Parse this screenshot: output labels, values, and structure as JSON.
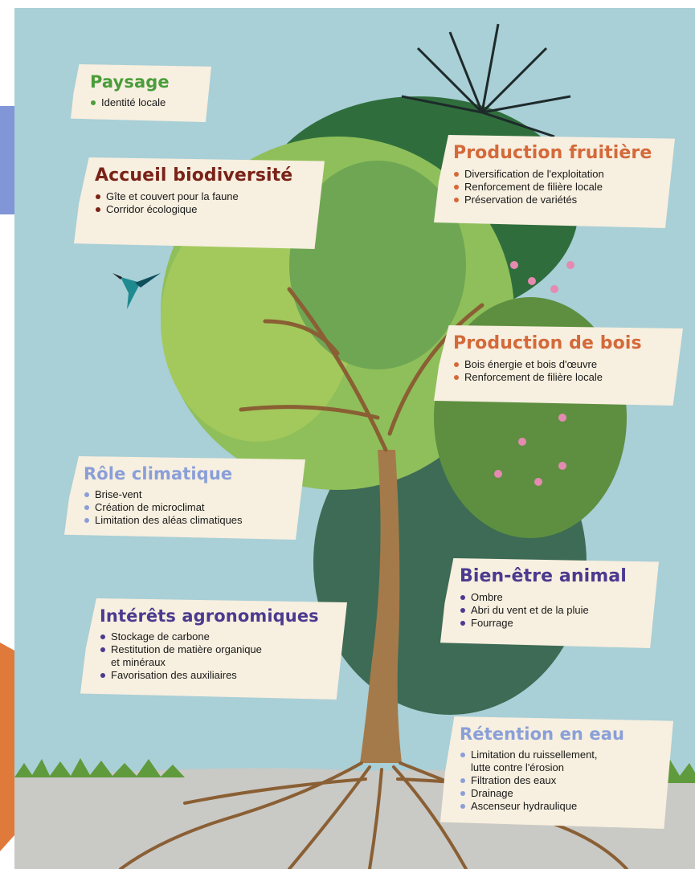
{
  "colors": {
    "sky": "#a9cfd7",
    "card_bg": "#f7efdf",
    "green_title": "#4a9d3a",
    "brown_title": "#7a2218",
    "orange_title": "#d4693a",
    "blue_title": "#8a9fd8",
    "purple_title": "#4b3a8f",
    "soil": "#c9c9c5",
    "trunk": "#a57a4a"
  },
  "cards": {
    "paysage": {
      "title": "Paysage",
      "items": [
        "Identité locale"
      ]
    },
    "biodiversite": {
      "title": "Accueil biodiversité",
      "items": [
        "Gîte et couvert pour la faune",
        "Corridor écologique"
      ]
    },
    "fruitiere": {
      "title": "Production fruitière",
      "items": [
        "Diversification de l'exploitation",
        "Renforcement de filière locale",
        "Préservation de variétés"
      ]
    },
    "bois": {
      "title": "Production de bois",
      "items": [
        "Bois énergie et bois d'œuvre",
        "Renforcement de filière locale"
      ]
    },
    "climatique": {
      "title": "Rôle climatique",
      "items": [
        "Brise-vent",
        "Création de microclimat",
        "Limitation des aléas climatiques"
      ]
    },
    "bienetre": {
      "title": "Bien-être animal",
      "items": [
        "Ombre",
        "Abri du vent et de la pluie",
        "Fourrage"
      ]
    },
    "agronomiques": {
      "title": "Intérêts agronomiques",
      "items": [
        "Stockage de carbone",
        "Restitution de matière organique",
        "et minéraux",
        "Favorisation des auxiliaires"
      ]
    },
    "eau": {
      "title": "Rétention en eau",
      "items": [
        "Limitation du ruissellement,",
        "lutte contre l'érosion",
        "Filtration des eaux",
        "Drainage",
        "Ascenseur hydraulique"
      ]
    }
  }
}
